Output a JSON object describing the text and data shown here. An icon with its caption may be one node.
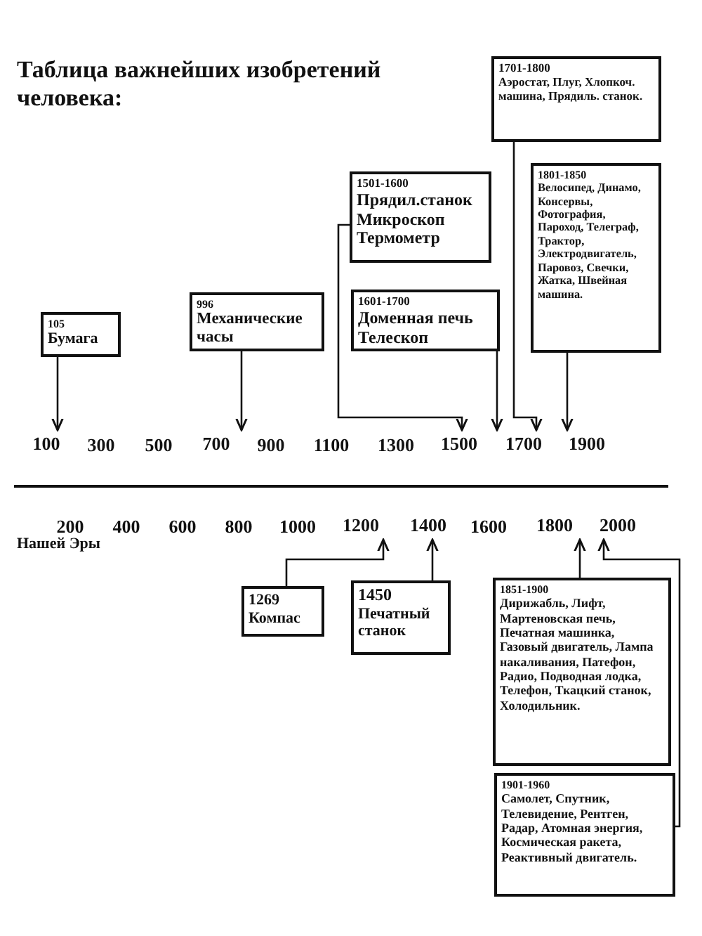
{
  "diagram": {
    "title": "Таблица важнейших изобретений человека:",
    "nodes": [
      {
        "text": [
          "105",
          "Бумага"
        ]
      },
      {
        "text": [
          "996",
          "Механические часы"
        ]
      },
      {
        "text": [
          "1501-1600",
          "Прядил.станок Микроскоп Термометр"
        ]
      },
      {
        "text": [
          "1601-1700",
          "Доменная печь Телескоп"
        ]
      },
      {
        "text": [
          "1701-1800",
          "Аэростат, Плуг, Хлопкоч. машина, Прядиль. станок."
        ]
      },
      {
        "text": [
          "1801-1850",
          "Велосипед, Динамо, Консервы, Фотография, Пароход, Телеграф, Трактор, Электродвигатель, Паровоз, Свечки, Жатка, Швейная машина."
        ]
      },
      {
        "text": [
          "100"
        ]
      },
      {
        "text": [
          "700"
        ]
      },
      {
        "text": [
          "1500"
        ]
      },
      {
        "text": [
          "1700"
        ]
      },
      {
        "text": [
          "1900"
        ]
      },
      {
        "text": [
          "1200"
        ]
      },
      {
        "text": [
          "1400"
        ]
      },
      {
        "text": [
          "1800"
        ]
      },
      {
        "text": [
          "2000"
        ]
      },
      {
        "text": [
          "1269",
          "Компас"
        ]
      },
      {
        "text": [
          "1450",
          "Печатный станок"
        ]
      },
      {
        "text": [
          "1851-1900",
          "Дирижабль, Лифт, Мартеновская печь, Печатная машинка, Газовый двигатель, Лампа накаливания, Патефон, Радио, Подводная лодка, Телефон, Ткацкий станок, Холодильник."
        ]
      },
      {
        "text": [
          "1901-1960",
          "Самолет, Спутник, Телевидение, Рентген, Радар, Атомная энергия, Космическая ракета, Реактивный двигатель."
        ]
      }
    ],
    "edges": [
      {
        "from": 0,
        "to": 6,
        "arrow": "to"
      },
      {
        "from": 1,
        "to": 7,
        "arrow": "to"
      },
      {
        "from": 2,
        "to": 8,
        "arrow": "to"
      },
      {
        "from": 3,
        "to": 8,
        "arrow": "to"
      },
      {
        "from": 4,
        "to": 9,
        "arrow": "to"
      },
      {
        "from": 5,
        "to": 10,
        "arrow": "to"
      },
      {
        "from": 15,
        "to": 11,
        "arrow": "to"
      },
      {
        "from": 16,
        "to": 12,
        "arrow": "to"
      },
      {
        "from": 17,
        "to": 13,
        "arrow": "to"
      },
      {
        "from": 18,
        "to": 14,
        "arrow": "to"
      }
    ],
    "labels": [
      "300",
      "500",
      "900",
      "1100",
      "1300",
      "200",
      "400",
      "600",
      "800",
      "1000",
      "1600",
      "Нашей Эры"
    ]
  }
}
